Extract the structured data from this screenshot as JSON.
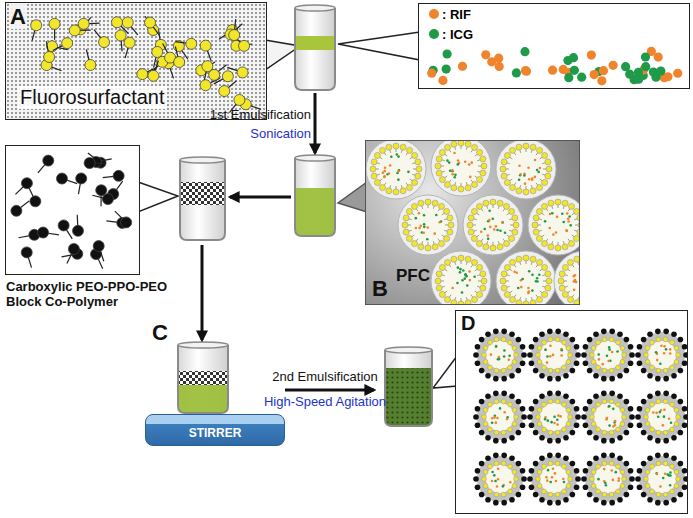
{
  "diagram": {
    "nodes": [
      {
        "text": [
          "A",
          "Fluorosurfactant"
        ]
      },
      {
        "text": [
          "B",
          "PFC"
        ]
      },
      {
        "text": [
          "Carboxylic PEO-PPO-PEO Block Co-Polymer"
        ]
      },
      {
        "text": [
          "STIRRER"
        ]
      },
      {
        "text": [
          "D"
        ]
      }
    ],
    "labels": [
      "1st Emulsification",
      "Sonication",
      "C",
      "2nd Emulsification",
      "High-Speed Agitation"
    ],
    "legend": [
      {
        "text": ": RIF",
        "color": "#f0842c"
      },
      {
        "text": ": ICG",
        "color": "#1f9a48"
      }
    ]
  }
}
